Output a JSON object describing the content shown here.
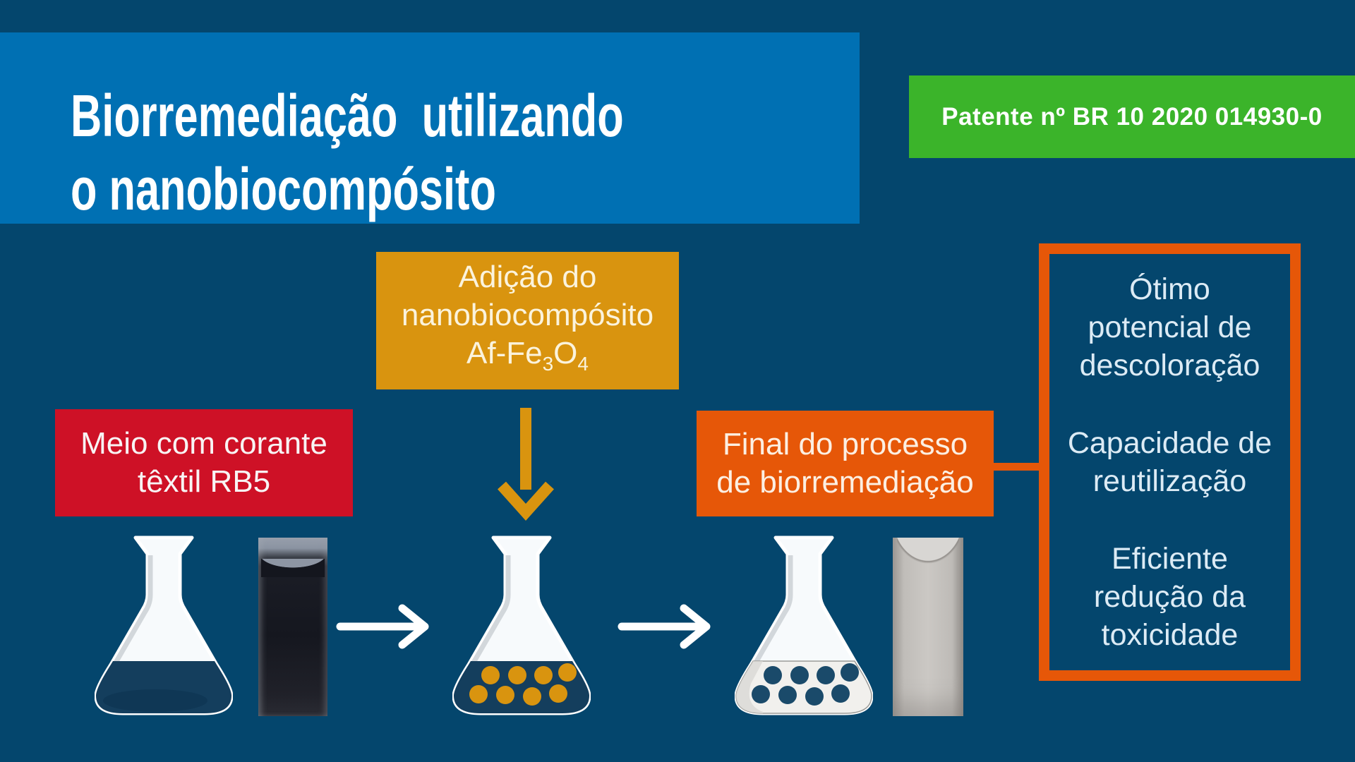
{
  "colors": {
    "background": "#04466D",
    "title_panel_blue": "#0070B3",
    "patent_green": "#3BB42A",
    "amber": "#D9940F",
    "red": "#CE1126",
    "orange": "#E65708",
    "flask_liquid_navy": "#143E5D",
    "text_white": "#FFFFFF"
  },
  "title": {
    "lines": [
      "Biorremediação  utilizando",
      "o nanobiocompósito"
    ]
  },
  "patent": {
    "label": "Patente nº BR 10 2020 014930-0"
  },
  "steps": {
    "dye_medium": {
      "lines": [
        "Meio com corante",
        "têxtil RB5"
      ]
    },
    "addition": {
      "lines": [
        "Adição do",
        "nanobiocompósito"
      ],
      "formula": {
        "prefix": "Af-Fe",
        "sub1": "3",
        "mid": "O",
        "sub2": "4"
      }
    },
    "final": {
      "lines": [
        "Final do processo",
        "de biorremediação"
      ]
    }
  },
  "benefits": {
    "items": [
      {
        "lines": [
          "Ótimo",
          "potencial de",
          "descoloração"
        ]
      },
      {
        "lines": [
          "Capacidade de",
          "reutilização"
        ]
      },
      {
        "lines": [
          "Eficiente",
          "redução da",
          "toxicidade"
        ]
      }
    ]
  }
}
